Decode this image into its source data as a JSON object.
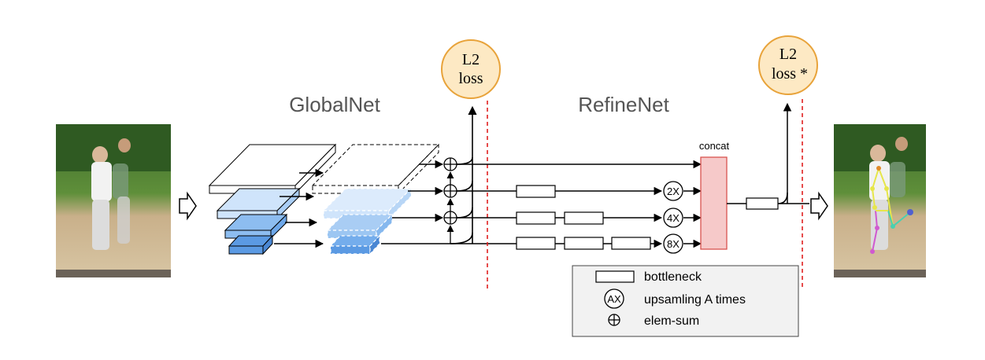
{
  "sections": {
    "globalnet": "GlobalNet",
    "refinenet": "RefineNet"
  },
  "loss_nodes": {
    "globalnet_loss_line1": "L2",
    "globalnet_loss_line2": "loss",
    "refinenet_loss_line1": "L2",
    "refinenet_loss_line2": "loss *"
  },
  "concat_label": "concat",
  "upsample_labels": [
    "2X",
    "4X",
    "8X"
  ],
  "legend": {
    "bottleneck": "bottleneck",
    "upsampling": "upsamling A times",
    "upsampling_symbol": "AX",
    "elem_sum": "elem-sum"
  },
  "colors": {
    "loss_fill": "#fde9c4",
    "loss_stroke": "#e8a33a",
    "concat_fill": "#f6c9c9",
    "concat_stroke": "#d9534f",
    "divider": "#e02020",
    "feature_light": "#cfe4fb",
    "feature_mid": "#8dbdf0",
    "feature_dark": "#5b9ae3",
    "legend_bg": "#f2f2f2"
  },
  "icons": [
    "input-arrow-icon",
    "output-arrow-icon",
    "elem-sum-icon",
    "upsampling-icon",
    "bottleneck-icon"
  ]
}
